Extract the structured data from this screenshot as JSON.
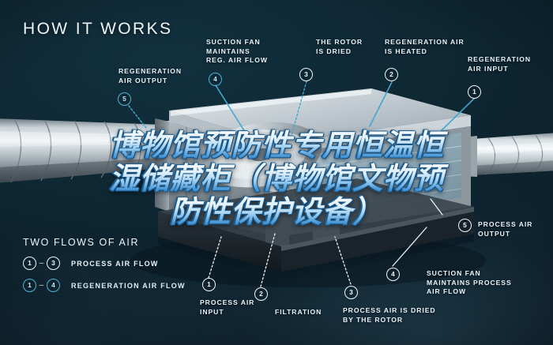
{
  "headline": "HOW IT WORKS",
  "overlay": {
    "line1": "博物馆预防性专用恒温恒",
    "line2": "湿储藏柜（博物馆文物预",
    "line3": "防性保护设备）"
  },
  "callouts": [
    {
      "id": "regeneration-air-output",
      "number": "5",
      "marker_color": "cyan",
      "text": "REGENERATION\nAIR OUTPUT"
    },
    {
      "id": "suction-fan-reg",
      "number": "4",
      "marker_color": "cyan",
      "text": "SUCTION FAN\nMAINTAINS\nREG. AIR FLOW"
    },
    {
      "id": "the-rotor-is-dried",
      "number": "3",
      "marker_color": "white",
      "text": "THE ROTOR\nIS DRIED"
    },
    {
      "id": "regeneration-air-heated",
      "number": "2",
      "marker_color": "white",
      "text": "REGENERATION AIR\nIS HEATED"
    },
    {
      "id": "regeneration-air-input",
      "number": "1",
      "marker_color": "white",
      "text": "REGENERATION\nAIR INPUT"
    },
    {
      "id": "process-air-output",
      "number": "5",
      "marker_color": "white",
      "text": "PROCESS AIR\nOUTPUT"
    },
    {
      "id": "suction-fan-process",
      "number": "4",
      "marker_color": "white",
      "text": "SUCTION FAN\nMAINTAINS PROCESS\nAIR FLOW"
    },
    {
      "id": "process-air-input",
      "number": "1",
      "marker_color": "white",
      "text": "PROCESS AIR\nINPUT"
    },
    {
      "id": "filtration",
      "number": "2",
      "marker_color": "white",
      "text": "FILTRATION"
    },
    {
      "id": "process-air-dried",
      "number": "3",
      "marker_color": "white",
      "text": "PROCESS AIR IS DRIED\nBY THE ROTOR"
    }
  ],
  "legend": {
    "title": "TWO FLOWS OF AIR",
    "rows": [
      {
        "from": "1",
        "dash": "–",
        "to": "3",
        "label": "PROCESS AIR FLOW",
        "color": "white"
      },
      {
        "from": "1",
        "dash": "–",
        "to": "4",
        "label": "REGENERATION AIR FLOW",
        "color": "cyan"
      }
    ]
  },
  "colors": {
    "background_dark": "#0c212c",
    "background_light": "#1e3545",
    "accent_cyan": "#49b7d8",
    "text_light": "#eef6fa",
    "overlay_blue": "#3f91d3",
    "overlay_outline": "#16507f"
  }
}
